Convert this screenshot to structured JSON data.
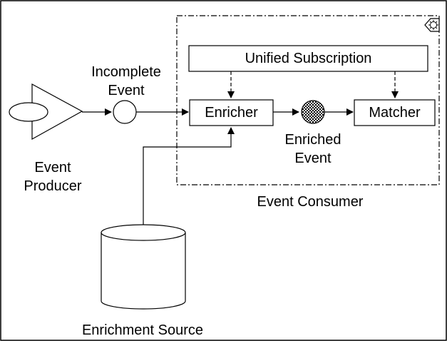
{
  "labels": {
    "incomplete_event_line1": "Incomplete",
    "incomplete_event_line2": "Event",
    "event_producer_line1": "Event",
    "event_producer_line2": "Producer",
    "unified_subscription": "Unified Subscription",
    "enricher": "Enricher",
    "matcher": "Matcher",
    "enriched_event_line1": "Enriched",
    "enriched_event_line2": "Event",
    "event_consumer": "Event Consumer",
    "enrichment_source": "Enrichment Source"
  },
  "colors": {
    "stroke": "#000000",
    "background": "#ffffff"
  },
  "icons": {
    "consumer_corner": "gear-icon",
    "enriched_event_token": "checkered-circle-icon"
  }
}
